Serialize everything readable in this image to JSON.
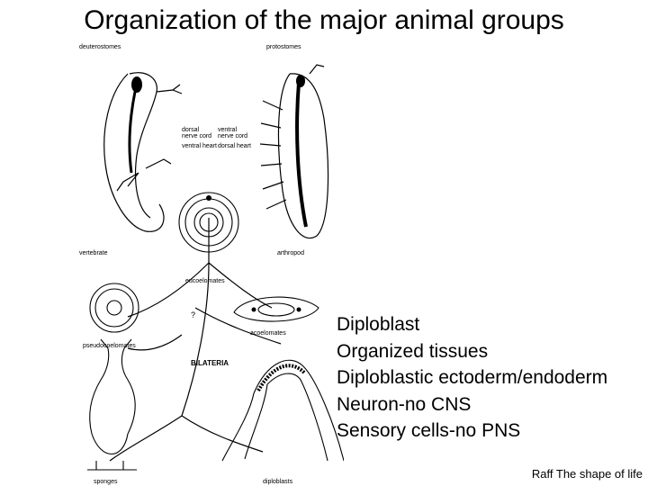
{
  "title": "Organization of the major animal groups",
  "figure": {
    "labels": {
      "deuterostomes": "deuterostomes",
      "protostomes": "protostomes",
      "dorsal_nerve_cord": "dorsal nerve cord",
      "ventral_heart": "ventral heart",
      "ventral_nerve_cord": "ventral nerve cord",
      "dorsal_heart": "dorsal heart",
      "vertebrate": "vertebrate",
      "arthropod": "arthropod",
      "eucoelomates": "eucoelomates",
      "pseudocoelomates": "pseudocoelomates",
      "acoelomates": "acoelomates",
      "bilateria": "BILATERIA",
      "question": "?",
      "sponges": "sponges",
      "diploblasts": "diploblasts"
    }
  },
  "bullets": [
    "Diploblast",
    "Organized tissues",
    "Diploblastic ectoderm/endoderm",
    "Neuron-no CNS",
    "Sensory cells-no PNS"
  ],
  "credit": "Raff The shape of life"
}
